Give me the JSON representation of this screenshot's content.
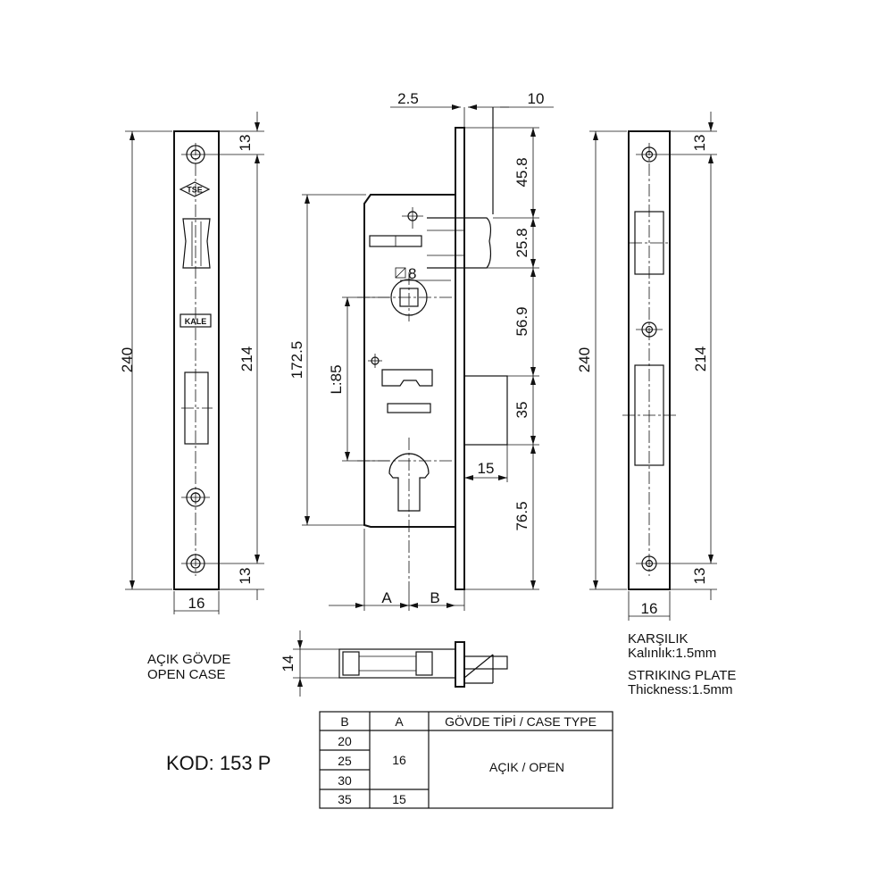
{
  "left_plate": {
    "dim_height": "240",
    "dim_hole_spacing": "214",
    "dim_top": "13",
    "dim_bottom": "13",
    "dim_width": "16",
    "logo_tse": "TSE",
    "logo_kale": "KALE"
  },
  "front_view": {
    "dim_2_5": "2.5",
    "dim_10": "10",
    "dim_45_8": "45.8",
    "dim_25_8": "25.8",
    "dim_56_9": "56.9",
    "dim_35": "35",
    "dim_76_5": "76.5",
    "dim_172_5": "172.5",
    "dim_l85": "L:85",
    "dim_15": "15",
    "dim_square": "8",
    "label_a": "A",
    "label_b": "B"
  },
  "right_plate": {
    "dim_height": "240",
    "dim_hole_spacing": "214",
    "dim_top": "13",
    "dim_bottom": "13",
    "dim_width": "16"
  },
  "side_view": {
    "dim_14": "14",
    "title_tr": "AÇIK GÖVDE",
    "title_en": "OPEN CASE"
  },
  "striking_plate": {
    "title_tr": "KARŞILIK",
    "thickness_tr": "Kalınlık:1.5mm",
    "title_en": "STRIKING PLATE",
    "thickness_en": "Thickness:1.5mm"
  },
  "code": "KOD: 153 P",
  "table": {
    "headers": [
      "B",
      "A",
      "GÖVDE TİPİ / CASE TYPE"
    ],
    "b_values": [
      "20",
      "25",
      "30",
      "35"
    ],
    "a_values": [
      "16",
      "15"
    ],
    "case_type": "AÇIK / OPEN"
  }
}
